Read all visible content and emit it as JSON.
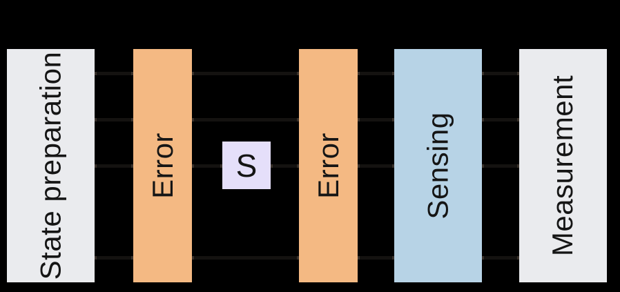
{
  "diagram": {
    "background_color": "#000000",
    "text_color": "#151515",
    "wire": {
      "count": 4,
      "color": "#141210",
      "cap_color": "#38302a"
    },
    "blocks": [
      {
        "id": "state-preparation",
        "label": "State preparation",
        "color": "#EAEBEE"
      },
      {
        "id": "error-1",
        "label": "Error",
        "color": "#F4B983"
      },
      {
        "id": "error-2",
        "label": "Error",
        "color": "#F4B983"
      },
      {
        "id": "sensing",
        "label": "Sensing",
        "color": "#B7D3E6"
      },
      {
        "id": "measurement",
        "label": "Measurement",
        "color": "#EAEBEE"
      }
    ],
    "gate": {
      "id": "s-gate",
      "label": "S",
      "color": "#E5DFFA"
    }
  }
}
